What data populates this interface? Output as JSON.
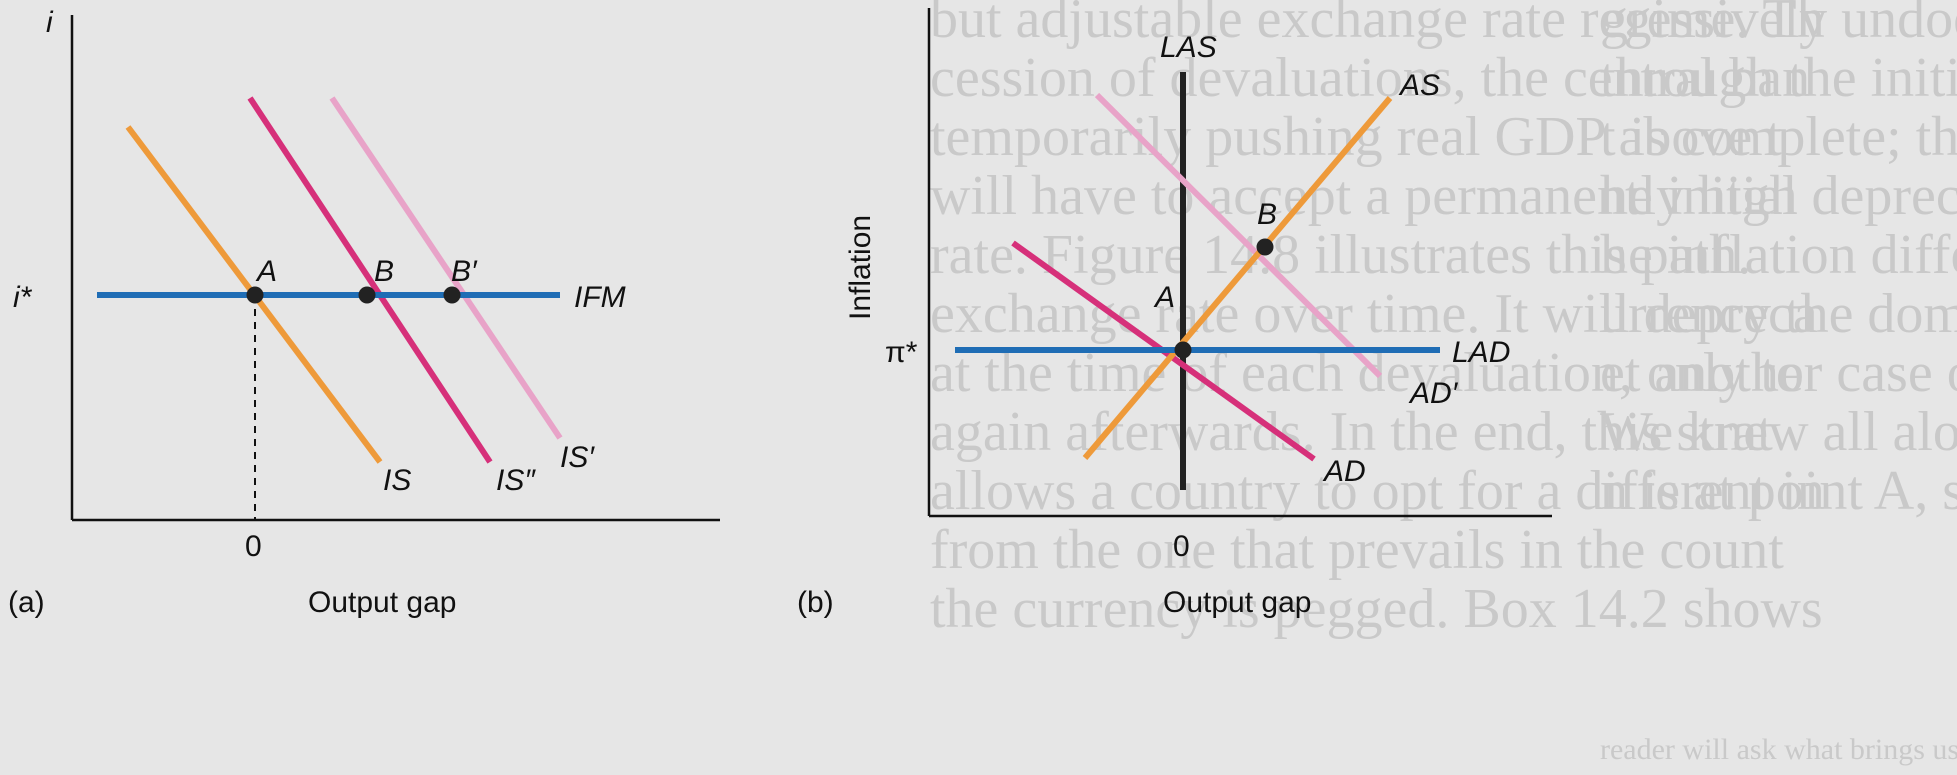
{
  "background_text": {
    "column_a": [
      "but adjustable exchange rate regime. Th",
      "cession of devaluations, the central ban",
      "temporarily pushing real GDP above t",
      "will have to accept a permanently high",
      "rate. Figure 14.8 illustrates this path.",
      "exchange rate over time. It will depreca",
      "at the time of each devaluation, only to",
      "again afterwards. In the end, this strat",
      "allows a country to opt for a different in",
      "from the one that prevails in the count",
      "the currency is pegged. Box 14.2 shows"
    ],
    "column_b": [
      "gressively undoes the real depreciation",
      "through the initial devaluation. At point",
      "t is complete; the competitiveness ben-",
      "he initial depreciation has been entirely",
      "he inflation differential with the country",
      "urrency the domestic currency is pegged.",
      "et another case of long-run monetary",
      "We knew all along that the long-run",
      "n is at point A, so the question was what",
      "",
      "",
      "reader will ask what brings us back to point A in"
    ]
  },
  "panel_a": {
    "panel_label": "(a)",
    "y_axis_label": "i",
    "x_axis_label": "Output gap",
    "origin_label": "0",
    "y_tick_label": "i*",
    "curves": {
      "IFM": "IFM",
      "IS": "IS",
      "IS_double_prime": "IS″",
      "IS_prime": "IS′"
    },
    "points": {
      "A": "A",
      "B": "B",
      "B_prime": "B′"
    }
  },
  "panel_b": {
    "panel_label": "(b)",
    "y_axis_label": "Inflation",
    "x_axis_label": "Output gap",
    "origin_label": "0",
    "y_tick_label": "π*",
    "curves": {
      "LAS": "LAS",
      "AS": "AS",
      "LAD": "LAD",
      "AD_prime": "AD′",
      "AD": "AD"
    },
    "points": {
      "A": "A",
      "B": "B"
    }
  },
  "colors": {
    "background": "#e6e6e6",
    "axis": "#111111",
    "blue": "#1f6db5",
    "orange": "#ee9a3a",
    "magenta": "#d6307a",
    "pink": "#e8a3c8"
  }
}
